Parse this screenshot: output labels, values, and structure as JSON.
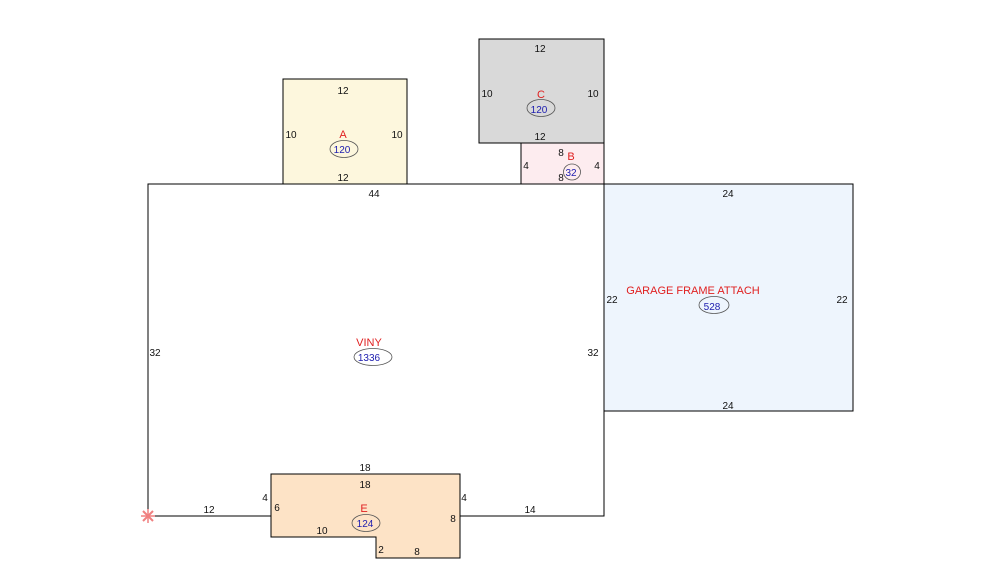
{
  "colors": {
    "label": "#e02020",
    "area": "#2020b0",
    "line": "#000000",
    "marker": "#f08080"
  },
  "sections": {
    "main": {
      "name": "VINY",
      "area": "1336",
      "fill": "#ffffff"
    },
    "a": {
      "name": "A",
      "area": "120",
      "fill": "#fdf7dd"
    },
    "b": {
      "name": "B",
      "area": "32",
      "fill": "#fdecef"
    },
    "c": {
      "name": "C",
      "area": "120",
      "fill": "#d9d9d9"
    },
    "garage": {
      "name": "GARAGE FRAME ATTACH",
      "area": "528",
      "fill": "#eef5fd"
    },
    "e": {
      "name": "E",
      "area": "124",
      "fill": "#fde3c6"
    }
  },
  "dims": {
    "main_top": "44",
    "main_left": "32",
    "main_right": "32",
    "main_bottom_left": "12",
    "main_bottom_right": "14",
    "main_notch_left": "4",
    "main_notch_top": "18",
    "main_notch_right": "4",
    "a_top": "12",
    "a_left": "10",
    "a_right": "10",
    "a_bottom": "12",
    "c_top": "12",
    "c_left": "10",
    "c_right": "10",
    "c_bottom": "12",
    "b_top": "8",
    "b_left": "4",
    "b_right": "4",
    "b_bottom": "8",
    "g_top": "24",
    "g_left": "22",
    "g_right": "22",
    "g_bottom": "24",
    "e_top": "18",
    "e_left": "6",
    "e_right": "8",
    "e_bottom_left": "10",
    "e_step": "2",
    "e_bottom_right": "8"
  }
}
